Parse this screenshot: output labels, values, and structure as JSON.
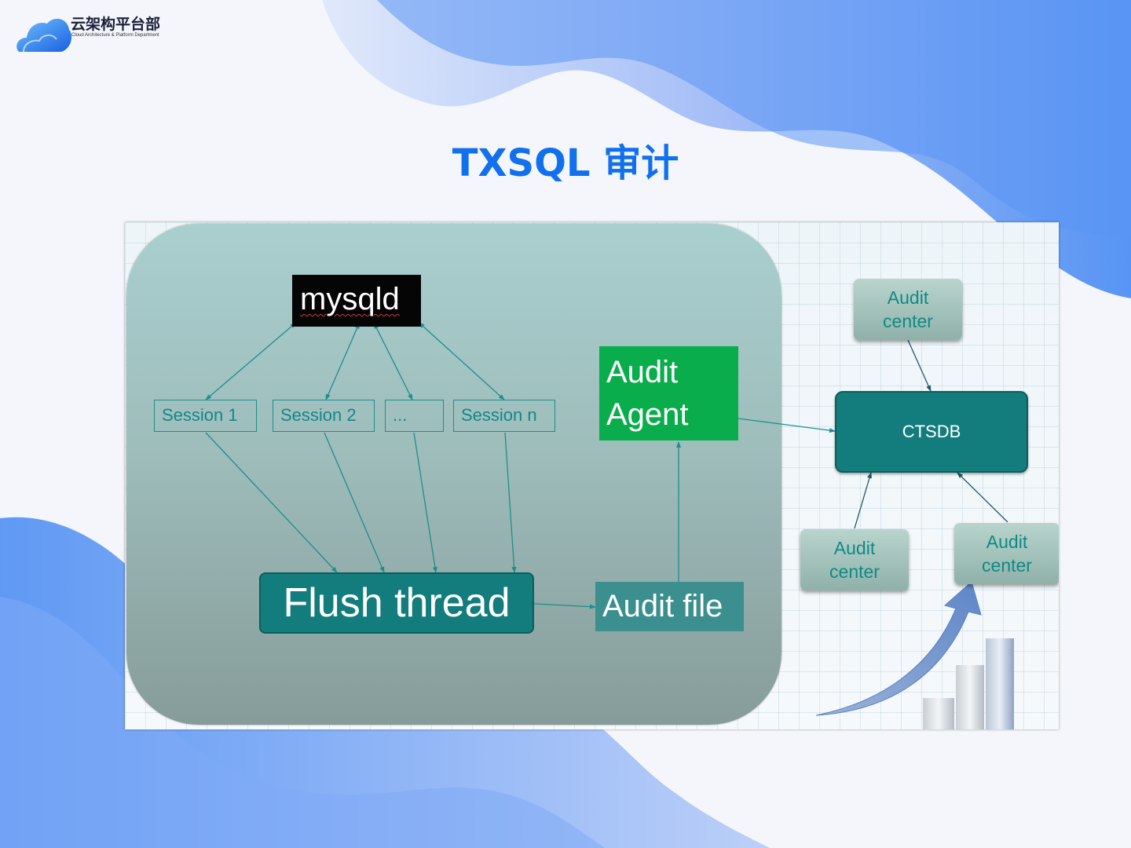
{
  "logo": {
    "name_cn": "云架构平台部",
    "name_en": "Cloud Architecture & Platform Department"
  },
  "title": "TXSQL 审计",
  "diagram": {
    "mysqld": "mysqld",
    "sessions": [
      "Session 1",
      "Session 2",
      "...",
      "Session n"
    ],
    "audit_agent": [
      "Audit",
      "Agent"
    ],
    "flush_thread": "Flush thread",
    "audit_file": "Audit file",
    "ctsdb": "CTSDB",
    "audit_centers": [
      [
        "Audit",
        "center"
      ],
      [
        "Audit",
        "center"
      ],
      [
        "Audit",
        "center"
      ]
    ]
  },
  "colors": {
    "title": "#1170ee",
    "teal_box": "#137d7d",
    "teal_text": "#138888",
    "agent_green": "#0aad4b",
    "panel": "#a9cfcf"
  }
}
